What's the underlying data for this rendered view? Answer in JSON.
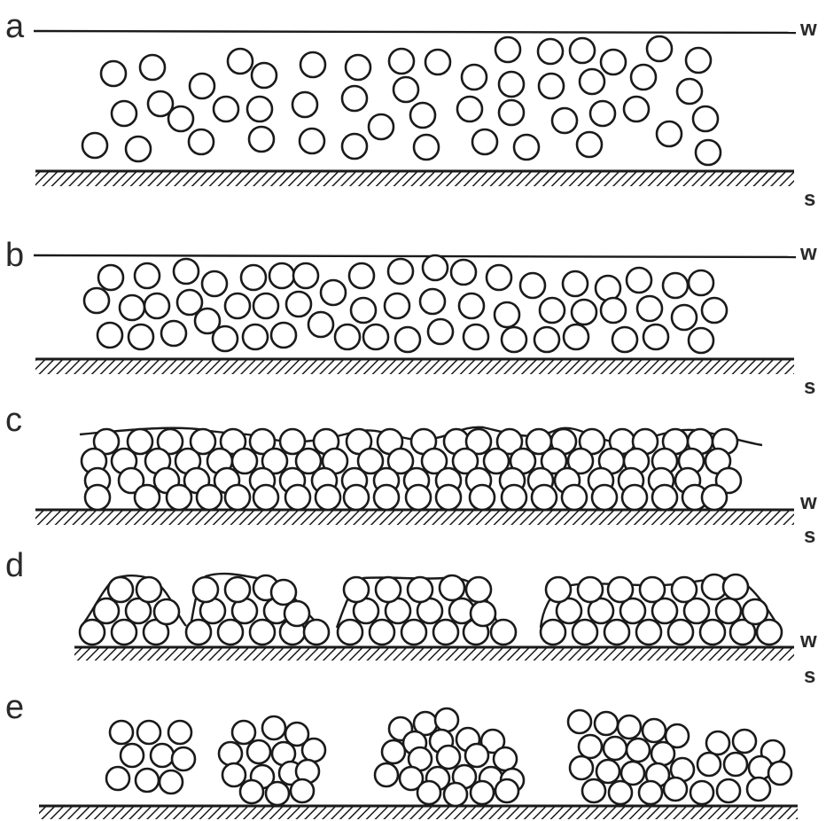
{
  "panels": [
    {
      "label": "a",
      "top_label": "w",
      "bottom_label": "s"
    },
    {
      "label": "b",
      "top_label": "w",
      "bottom_label": "s"
    },
    {
      "label": "c",
      "top_label": "w",
      "bottom_label": "s"
    },
    {
      "label": "d",
      "top_label": "w",
      "bottom_label": "s"
    },
    {
      "label": "e"
    }
  ]
}
